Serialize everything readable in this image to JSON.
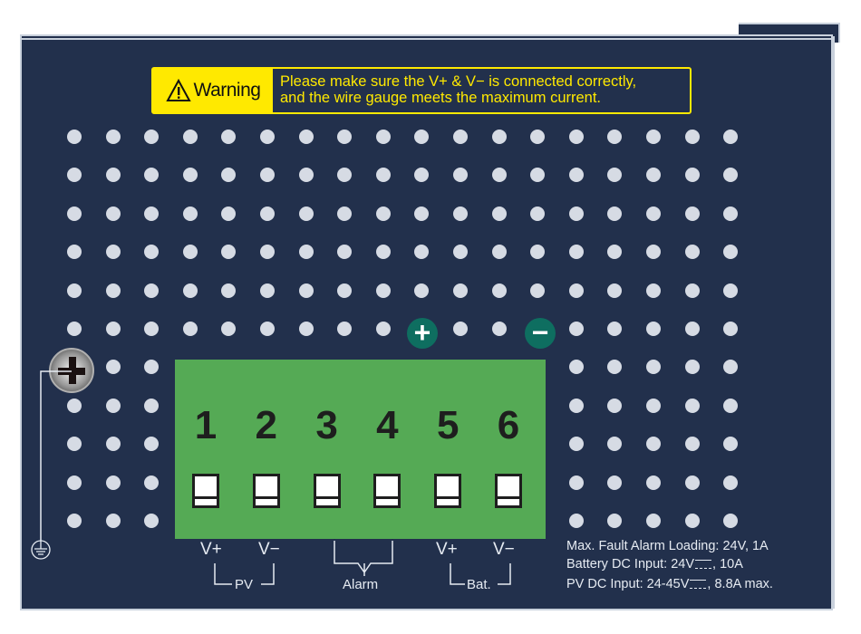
{
  "warning": {
    "label": "Warning",
    "line1": "Please make sure the V+ & V− is connected correctly,",
    "line2": "and the wire gauge meets the maximum current."
  },
  "polarity": {
    "plus": "+",
    "minus": "−"
  },
  "terminals": [
    "1",
    "2",
    "3",
    "4",
    "5",
    "6"
  ],
  "labels": {
    "pv_vplus": "V+",
    "pv_vminus": "V−",
    "pv": "PV",
    "alarm": "Alarm",
    "bat_vplus": "V+",
    "bat_vminus": "V−",
    "bat": "Bat."
  },
  "specs": {
    "line1": "Max. Fault Alarm Loading: 24V, 1A",
    "line2a": "Battery DC Input: 24V",
    "line2b": ", 10A",
    "line3a": "PV DC Input: 24-45V",
    "line3b": ", 8.8A max."
  },
  "colors": {
    "panel": "#22304c",
    "warning": "#ffe900",
    "terminal": "#55aa55",
    "polarity": "#0e6e60"
  }
}
